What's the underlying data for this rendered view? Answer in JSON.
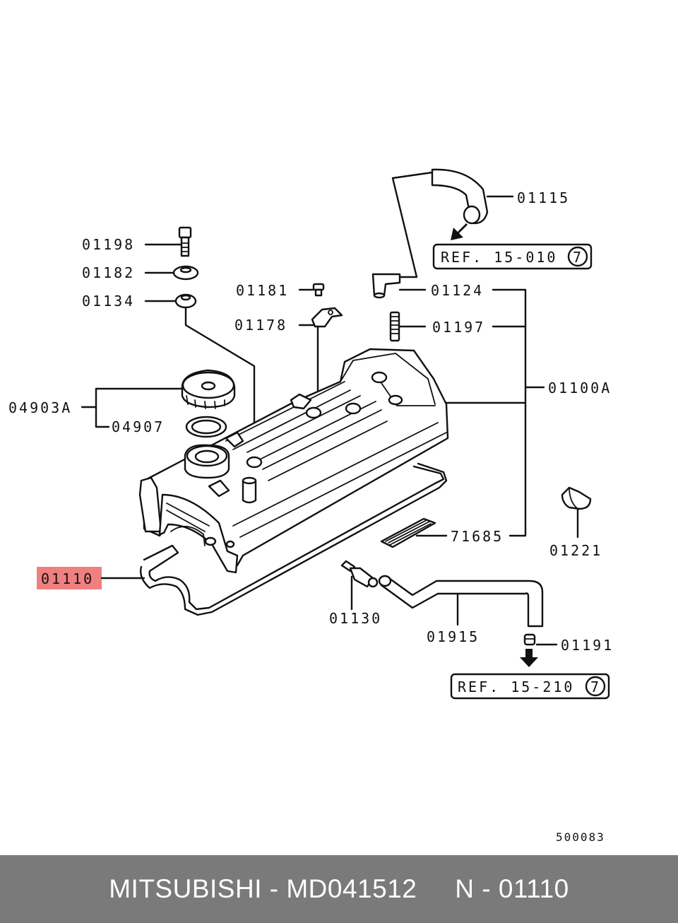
{
  "labels": {
    "p01115": "01115",
    "p01198": "01198",
    "p01182": "01182",
    "p01134": "01134",
    "p01181": "01181",
    "p01124": "01124",
    "p01178": "01178",
    "p01197": "01197",
    "p04903a": "04903A",
    "p04907": "04907",
    "p01100a": "01100A",
    "p71685": "71685",
    "p01221": "01221",
    "p01110": "01110",
    "p01130": "01130",
    "p01915": "01915",
    "p01191": "01191"
  },
  "refs": {
    "ref1_text": "REF. 15-010",
    "ref1_num": "7",
    "ref2_text": "REF. 15-210",
    "ref2_num": "7"
  },
  "diagram_id": "500083",
  "highlight": {
    "part": "01110",
    "color": "#f08080"
  },
  "footer": {
    "text": "MITSUBISHI - MD041512     N - 01110",
    "background": "#7a7a7a"
  }
}
